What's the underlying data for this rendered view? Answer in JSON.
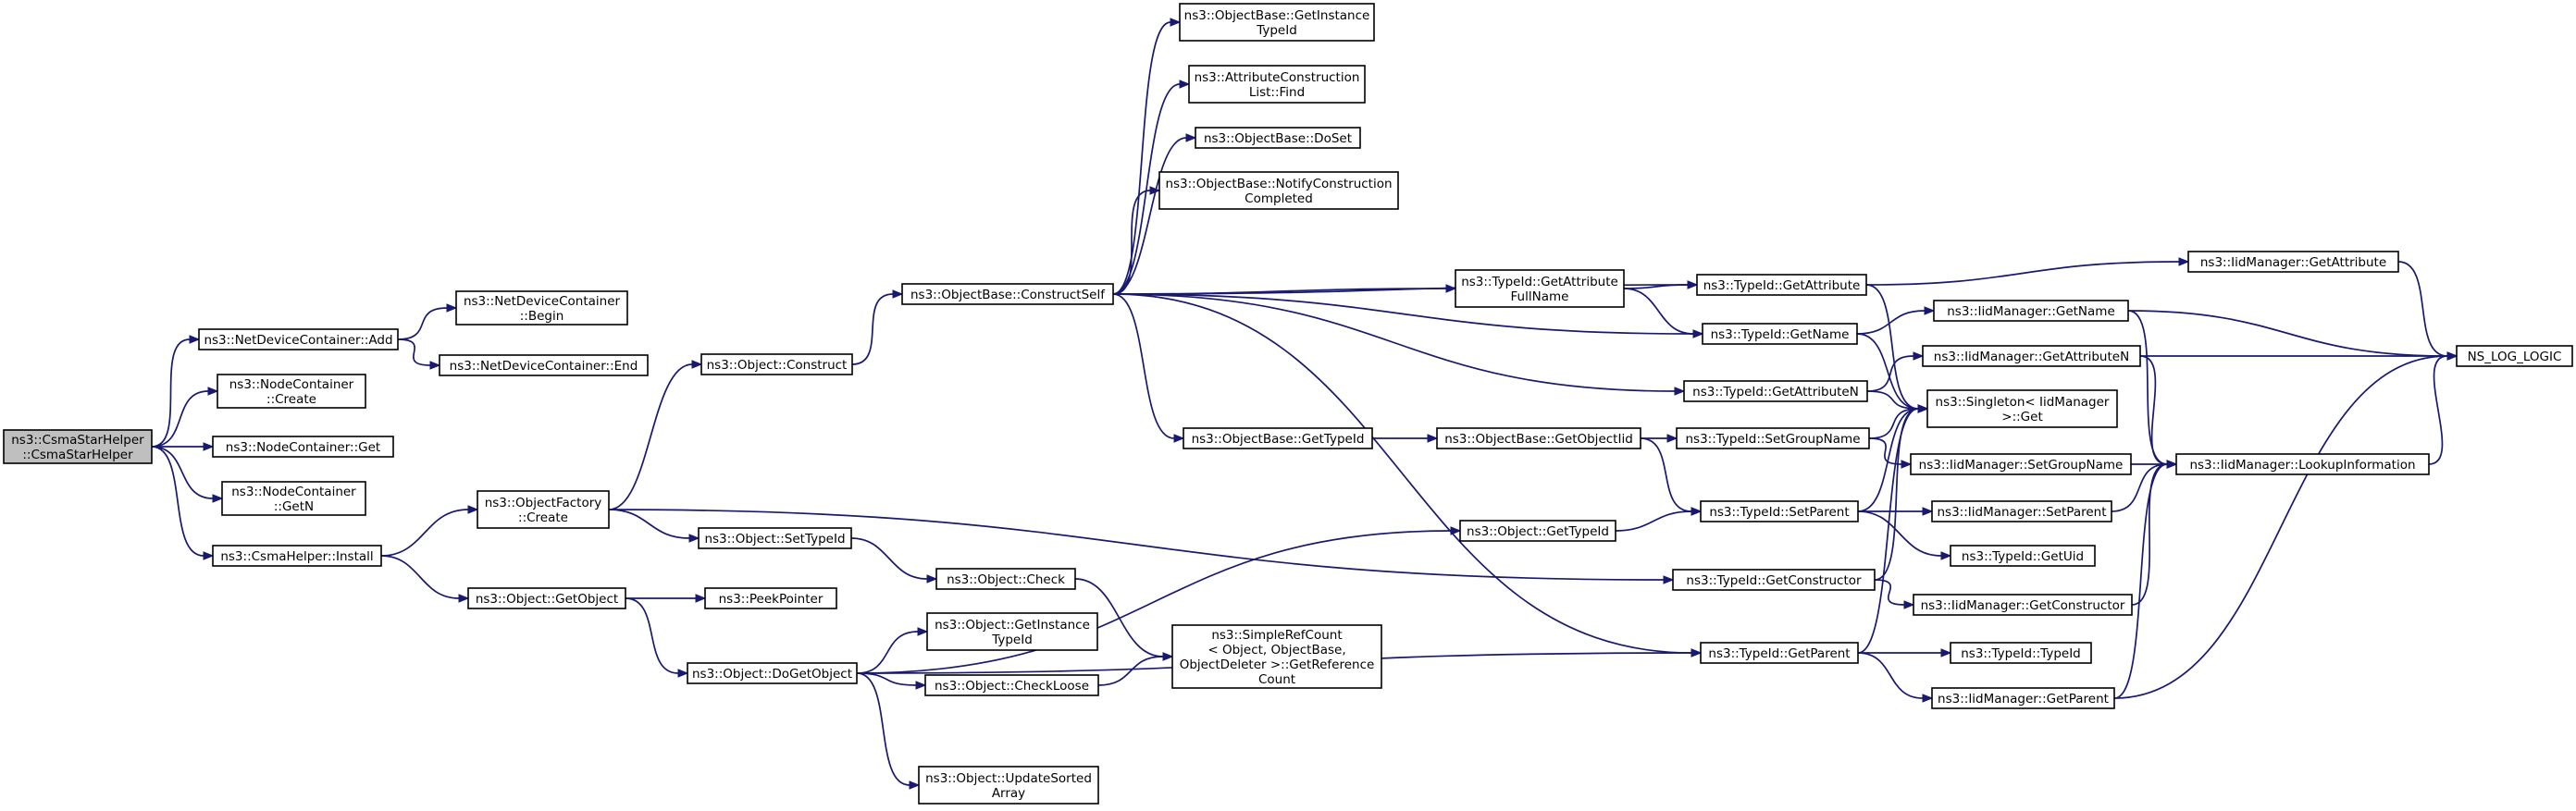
{
  "diagram": {
    "type": "call-graph",
    "colors": {
      "edge": "#191970",
      "root_fill": "#bfbfbf",
      "node_fill": "#ffffff",
      "border": "#000000"
    },
    "nodes": [
      {
        "id": "root",
        "lines": [
          "ns3::CsmaStarHelper",
          "::CsmaStarHelper"
        ]
      },
      {
        "id": "ndc_add",
        "lines": [
          "ns3::NetDeviceContainer::Add"
        ]
      },
      {
        "id": "nc_create",
        "lines": [
          "ns3::NodeContainer",
          "::Create"
        ]
      },
      {
        "id": "nc_get",
        "lines": [
          "ns3::NodeContainer::Get"
        ]
      },
      {
        "id": "nc_getn",
        "lines": [
          "ns3::NodeContainer",
          "::GetN"
        ]
      },
      {
        "id": "csma_install",
        "lines": [
          "ns3::CsmaHelper::Install"
        ]
      },
      {
        "id": "ndc_begin",
        "lines": [
          "ns3::NetDeviceContainer",
          "::Begin"
        ]
      },
      {
        "id": "ndc_end",
        "lines": [
          "ns3::NetDeviceContainer::End"
        ]
      },
      {
        "id": "of_create",
        "lines": [
          "ns3::ObjectFactory",
          "::Create"
        ]
      },
      {
        "id": "obj_getobject",
        "lines": [
          "ns3::Object::GetObject"
        ]
      },
      {
        "id": "obj_construct",
        "lines": [
          "ns3::Object::Construct"
        ]
      },
      {
        "id": "obj_settypeid",
        "lines": [
          "ns3::Object::SetTypeId"
        ]
      },
      {
        "id": "peekpointer",
        "lines": [
          "ns3::PeekPointer"
        ]
      },
      {
        "id": "obj_dogetobject",
        "lines": [
          "ns3::Object::DoGetObject"
        ]
      },
      {
        "id": "ob_constructself",
        "lines": [
          "ns3::ObjectBase::ConstructSelf"
        ]
      },
      {
        "id": "obj_check",
        "lines": [
          "ns3::Object::Check"
        ]
      },
      {
        "id": "obj_getinstancetypeid",
        "lines": [
          "ns3::Object::GetInstance",
          "TypeId"
        ]
      },
      {
        "id": "obj_checkloose",
        "lines": [
          "ns3::Object::CheckLoose"
        ]
      },
      {
        "id": "obj_updatesorted",
        "lines": [
          "ns3::Object::UpdateSorted",
          "Array"
        ]
      },
      {
        "id": "ob_getinstancetypeid",
        "lines": [
          "ns3::ObjectBase::GetInstance",
          "TypeId"
        ]
      },
      {
        "id": "acl_find",
        "lines": [
          "ns3::AttributeConstruction",
          "List::Find"
        ]
      },
      {
        "id": "ob_doset",
        "lines": [
          "ns3::ObjectBase::DoSet"
        ]
      },
      {
        "id": "ob_notify",
        "lines": [
          "ns3::ObjectBase::NotifyConstruction",
          "Completed"
        ]
      },
      {
        "id": "ob_gettypeid",
        "lines": [
          "ns3::ObjectBase::GetTypeId"
        ]
      },
      {
        "id": "simplerefcount",
        "lines": [
          "ns3::SimpleRefCount",
          "< Object, ObjectBase,",
          " ObjectDeleter >::GetReference",
          "Count"
        ]
      },
      {
        "id": "tid_getattrfullname",
        "lines": [
          "ns3::TypeId::GetAttribute",
          "FullName"
        ]
      },
      {
        "id": "ob_getobjectiid",
        "lines": [
          "ns3::ObjectBase::GetObjectIid"
        ]
      },
      {
        "id": "obj_gettypeid",
        "lines": [
          "ns3::Object::GetTypeId"
        ]
      },
      {
        "id": "tid_getattribute",
        "lines": [
          "ns3::TypeId::GetAttribute"
        ]
      },
      {
        "id": "tid_getname",
        "lines": [
          "ns3::TypeId::GetName"
        ]
      },
      {
        "id": "tid_getattributen",
        "lines": [
          "ns3::TypeId::GetAttributeN"
        ]
      },
      {
        "id": "tid_setgroupname",
        "lines": [
          "ns3::TypeId::SetGroupName"
        ]
      },
      {
        "id": "tid_setparent",
        "lines": [
          "ns3::TypeId::SetParent"
        ]
      },
      {
        "id": "tid_getconstructor",
        "lines": [
          "ns3::TypeId::GetConstructor"
        ]
      },
      {
        "id": "tid_getparent",
        "lines": [
          "ns3::TypeId::GetParent"
        ]
      },
      {
        "id": "iid_getname",
        "lines": [
          "ns3::IidManager::GetName"
        ]
      },
      {
        "id": "iid_getattributen",
        "lines": [
          "ns3::IidManager::GetAttributeN"
        ]
      },
      {
        "id": "singleton_get",
        "lines": [
          "ns3::Singleton< IidManager",
          " >::Get"
        ]
      },
      {
        "id": "iid_setgroupname",
        "lines": [
          "ns3::IidManager::SetGroupName"
        ]
      },
      {
        "id": "iid_setparent",
        "lines": [
          "ns3::IidManager::SetParent"
        ]
      },
      {
        "id": "tid_getuid",
        "lines": [
          "ns3::TypeId::GetUid"
        ]
      },
      {
        "id": "iid_getconstructor",
        "lines": [
          "ns3::IidManager::GetConstructor"
        ]
      },
      {
        "id": "tid_typeid",
        "lines": [
          "ns3::TypeId::TypeId"
        ]
      },
      {
        "id": "iid_getparent",
        "lines": [
          "ns3::IidManager::GetParent"
        ]
      },
      {
        "id": "iid_getattribute",
        "lines": [
          "ns3::IidManager::GetAttribute"
        ]
      },
      {
        "id": "iid_lookupinformation",
        "lines": [
          "ns3::IidManager::LookupInformation"
        ]
      },
      {
        "id": "ns_log_logic",
        "lines": [
          "NS_LOG_LOGIC"
        ]
      }
    ],
    "edges": [
      [
        "root",
        "ndc_add"
      ],
      [
        "root",
        "nc_create"
      ],
      [
        "root",
        "nc_get"
      ],
      [
        "root",
        "nc_getn"
      ],
      [
        "root",
        "csma_install"
      ],
      [
        "ndc_add",
        "ndc_begin"
      ],
      [
        "ndc_add",
        "ndc_end"
      ],
      [
        "csma_install",
        "of_create"
      ],
      [
        "csma_install",
        "obj_getobject"
      ],
      [
        "of_create",
        "obj_construct"
      ],
      [
        "of_create",
        "obj_settypeid"
      ],
      [
        "of_create",
        "tid_getconstructor"
      ],
      [
        "obj_construct",
        "ob_constructself"
      ],
      [
        "obj_settypeid",
        "obj_check"
      ],
      [
        "obj_getobject",
        "peekpointer"
      ],
      [
        "obj_getobject",
        "obj_dogetobject"
      ],
      [
        "obj_dogetobject",
        "obj_getinstancetypeid"
      ],
      [
        "obj_dogetobject",
        "obj_checkloose"
      ],
      [
        "obj_dogetobject",
        "obj_updatesorted"
      ],
      [
        "obj_dogetobject",
        "obj_gettypeid"
      ],
      [
        "obj_dogetobject",
        "tid_getparent"
      ],
      [
        "obj_check",
        "simplerefcount"
      ],
      [
        "obj_checkloose",
        "simplerefcount"
      ],
      [
        "ob_constructself",
        "ob_getinstancetypeid"
      ],
      [
        "ob_constructself",
        "acl_find"
      ],
      [
        "ob_constructself",
        "ob_doset"
      ],
      [
        "ob_constructself",
        "ob_notify"
      ],
      [
        "ob_constructself",
        "ob_gettypeid"
      ],
      [
        "ob_constructself",
        "tid_getattrfullname"
      ],
      [
        "ob_constructself",
        "tid_getattribute"
      ],
      [
        "ob_constructself",
        "tid_getname"
      ],
      [
        "ob_constructself",
        "tid_getattributen"
      ],
      [
        "ob_constructself",
        "tid_getparent"
      ],
      [
        "ob_gettypeid",
        "ob_getobjectiid"
      ],
      [
        "ob_getobjectiid",
        "tid_setgroupname"
      ],
      [
        "ob_getobjectiid",
        "tid_setparent"
      ],
      [
        "obj_gettypeid",
        "tid_setparent"
      ],
      [
        "tid_getattrfullname",
        "tid_getattribute"
      ],
      [
        "tid_getattrfullname",
        "tid_getname"
      ],
      [
        "tid_getattribute",
        "iid_getattribute"
      ],
      [
        "tid_getattribute",
        "singleton_get"
      ],
      [
        "tid_getname",
        "iid_getname"
      ],
      [
        "tid_getname",
        "singleton_get"
      ],
      [
        "tid_getattributen",
        "iid_getattributen"
      ],
      [
        "tid_getattributen",
        "singleton_get"
      ],
      [
        "tid_setgroupname",
        "iid_setgroupname"
      ],
      [
        "tid_setgroupname",
        "singleton_get"
      ],
      [
        "tid_setparent",
        "iid_setparent"
      ],
      [
        "tid_setparent",
        "tid_getuid"
      ],
      [
        "tid_setparent",
        "singleton_get"
      ],
      [
        "tid_getconstructor",
        "iid_getconstructor"
      ],
      [
        "tid_getconstructor",
        "singleton_get"
      ],
      [
        "tid_getparent",
        "tid_typeid"
      ],
      [
        "tid_getparent",
        "iid_getparent"
      ],
      [
        "tid_getparent",
        "singleton_get"
      ],
      [
        "iid_getname",
        "iid_lookupinformation"
      ],
      [
        "iid_getname",
        "ns_log_logic"
      ],
      [
        "iid_getattributen",
        "iid_lookupinformation"
      ],
      [
        "iid_getattributen",
        "ns_log_logic"
      ],
      [
        "iid_setgroupname",
        "iid_lookupinformation"
      ],
      [
        "iid_setparent",
        "iid_lookupinformation"
      ],
      [
        "iid_getconstructor",
        "iid_lookupinformation"
      ],
      [
        "iid_getparent",
        "iid_lookupinformation"
      ],
      [
        "iid_getparent",
        "ns_log_logic"
      ],
      [
        "iid_getattribute",
        "ns_log_logic"
      ],
      [
        "iid_lookupinformation",
        "ns_log_logic"
      ]
    ]
  }
}
